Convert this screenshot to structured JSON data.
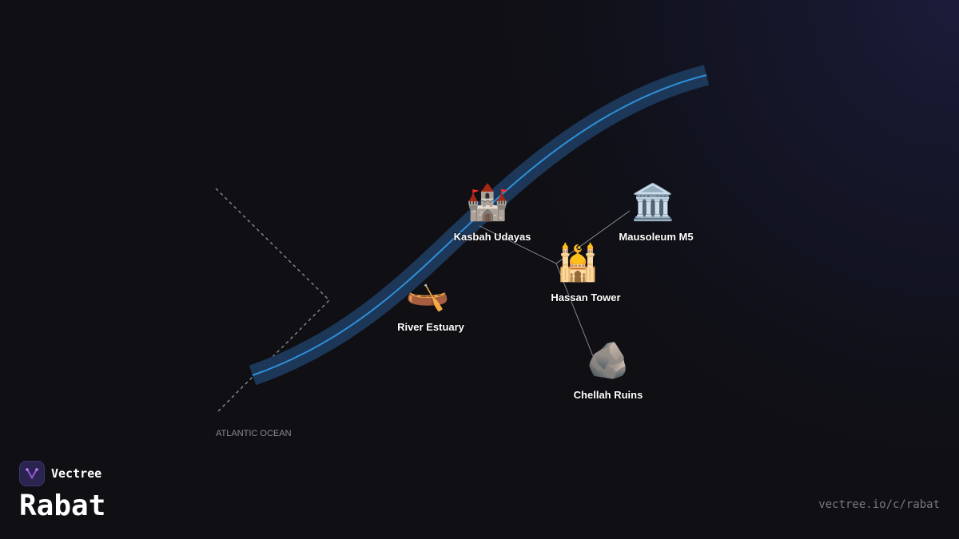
{
  "map": {
    "background_color": "#0f0f14",
    "glow_color": "#1b1c3a",
    "river": {
      "band_color": "#1e3a5c",
      "line_color": "#2f8fd8"
    },
    "connector_color": "#bfbfc6",
    "coast_color": "#8a8a92"
  },
  "pois": [
    {
      "id": "kasbah",
      "icon": "castle-icon",
      "glyph": "🏰",
      "label": "Kasbah Udayas"
    },
    {
      "id": "mausoleum",
      "icon": "classical-building-icon",
      "glyph": "🏛️",
      "label": "Mausoleum M5"
    },
    {
      "id": "hassan",
      "icon": "mosque-icon",
      "glyph": "🕌",
      "label": "Hassan Tower"
    },
    {
      "id": "estuary",
      "icon": "canoe-icon",
      "glyph": "🛶",
      "label": "River Estuary"
    },
    {
      "id": "chellah",
      "icon": "rock-icon",
      "glyph": "🪨",
      "label": "Chellah Ruins"
    }
  ],
  "ocean_label": "ATLANTIC OCEAN",
  "brand": {
    "logo_icon": "vectree-logo-icon",
    "name": "Vectree"
  },
  "city": "Rabat",
  "source_url": "vectree.io/c/rabat"
}
